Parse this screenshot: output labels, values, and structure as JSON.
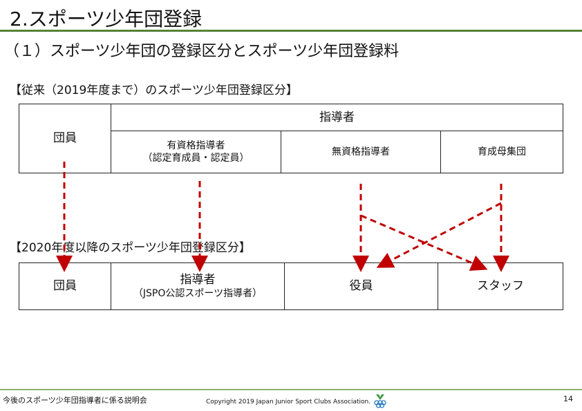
{
  "title": "2.スポーツ少年団登録",
  "subtitle": "（１）スポーツ少年団の登録区分とスポーツ少年団登録料",
  "old_section": {
    "heading": "【従来（2019年度まで）のスポーツ少年団登録区分】",
    "member": "団員",
    "leaders_header": "指導者",
    "qualified": "有資格指導者",
    "qualified_note": "（認定育成員・認定員）",
    "unqualified": "無資格指導者",
    "mothers_group": "育成母集団"
  },
  "new_section": {
    "heading": "【2020年度以降のスポーツ少年団登録区分】",
    "member": "団員",
    "leader": "指導者",
    "leader_note": "（JSPO公認スポーツ指導者）",
    "officer": "役員",
    "staff": "スタッフ"
  },
  "footer": {
    "left": "今後のスポーツ少年団指導者に係る説明会",
    "copyright": "Copyright 2019 Japan Junior Sport Clubs Association.",
    "page": "14"
  },
  "colors": {
    "accent": "#548235",
    "arrow": "#c00000"
  }
}
